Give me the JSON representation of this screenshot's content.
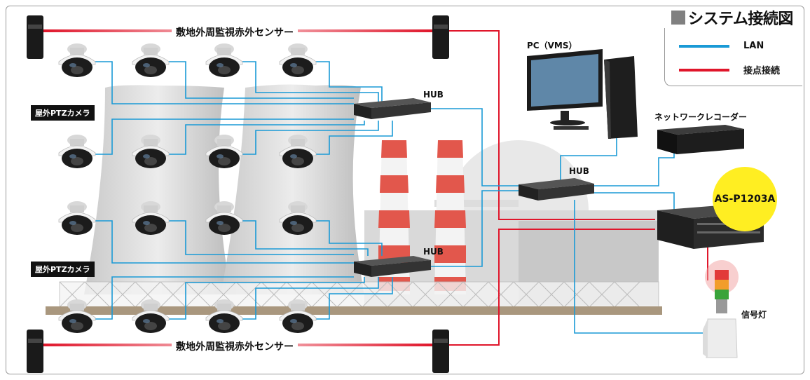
{
  "title": "■システム接続図",
  "title_text": "システム接続図",
  "legend": {
    "lan_label": "LAN",
    "contact_label": "接点接続",
    "lan_color": "#1a9ad6",
    "contact_color": "#e0162b"
  },
  "labels": {
    "pc": "PC（VMS）",
    "recorder": "ネットワークレコーダー",
    "device": "AS-P1203A",
    "signal_light": "信号灯",
    "hub": "HUB",
    "camera_group": "屋外PTZカメラ",
    "sensor": "敷地外周監視赤外センサー"
  },
  "icons": [
    "ptz-camera-icon",
    "hub-icon",
    "infrared-sensor-icon",
    "monitor-icon",
    "pc-tower-icon",
    "recorder-icon",
    "controller-icon",
    "signal-tower-icon",
    "cooling-tower-icon",
    "chimney-icon"
  ]
}
